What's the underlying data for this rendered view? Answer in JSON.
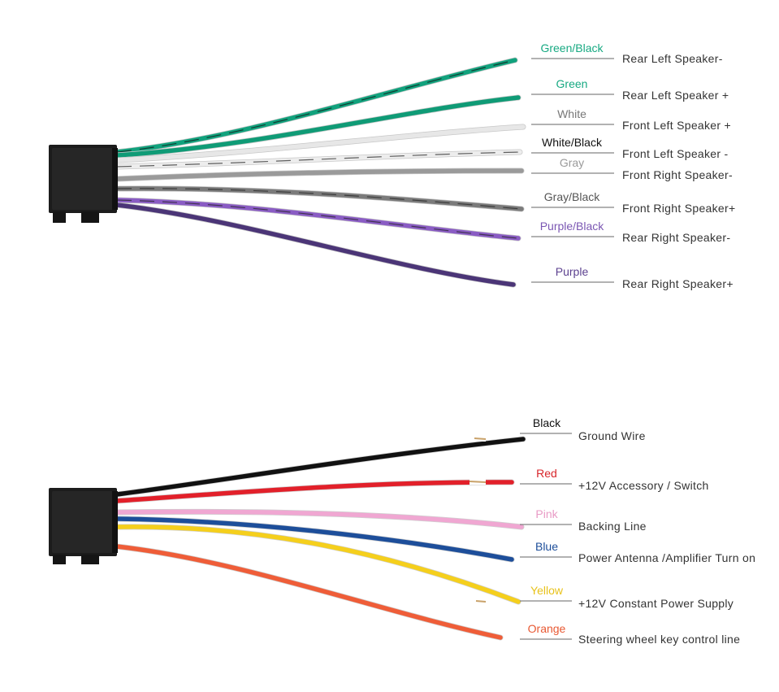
{
  "top_harness": {
    "wires": [
      {
        "color_name": "Green/Black",
        "function": "Rear Left Speaker-",
        "color": "#11a27d",
        "label_color": "#17a982",
        "stripe": "#111111"
      },
      {
        "color_name": "Green",
        "function": "Rear Left Speaker +",
        "color": "#0f9b76",
        "label_color": "#17a982",
        "stripe": ""
      },
      {
        "color_name": "White",
        "function": "Front Left Speaker +",
        "color": "#e7e7e7",
        "label_color": "#777777",
        "stripe": ""
      },
      {
        "color_name": "White/Black",
        "function": "Front Left Speaker -",
        "color": "#ededed",
        "label_color": "#111111",
        "stripe": "#222222"
      },
      {
        "color_name": "Gray",
        "function": "Front Right Speaker-",
        "color": "#9a9a9a",
        "label_color": "#9a9a9a",
        "stripe": ""
      },
      {
        "color_name": "Gray/Black",
        "function": "Front Right Speaker+",
        "color": "#7b7b7b",
        "label_color": "#555555",
        "stripe": "#222222"
      },
      {
        "color_name": "Purple/Black",
        "function": "Rear Right Speaker-",
        "color": "#8a5cc4",
        "label_color": "#7b57b3",
        "stripe": "#222222"
      },
      {
        "color_name": "Purple",
        "function": "Rear Right Speaker+",
        "color": "#4b3577",
        "label_color": "#5d4290",
        "stripe": ""
      }
    ]
  },
  "bottom_harness": {
    "wires": [
      {
        "color_name": "Black",
        "function": "Ground Wire",
        "color": "#111111",
        "label_color": "#111111",
        "stripe": ""
      },
      {
        "color_name": "Red",
        "function": "+12V Accessory / Switch",
        "color": "#e2202a",
        "label_color": "#d8262b",
        "stripe": ""
      },
      {
        "color_name": "Pink",
        "function": "Backing Line",
        "color": "#f0a7d2",
        "label_color": "#e89ac5",
        "stripe": ""
      },
      {
        "color_name": "Blue",
        "function": "Power Antenna /Amplifier Turn on",
        "color": "#1d4e9a",
        "label_color": "#1d4e9a",
        "stripe": ""
      },
      {
        "color_name": "Yellow",
        "function": "+12V Constant Power Supply",
        "color": "#f5cf1c",
        "label_color": "#e8c21a",
        "stripe": ""
      },
      {
        "color_name": "Orange",
        "function": "Steering wheel key control line",
        "color": "#ef5d38",
        "label_color": "#e85832",
        "stripe": ""
      }
    ]
  }
}
